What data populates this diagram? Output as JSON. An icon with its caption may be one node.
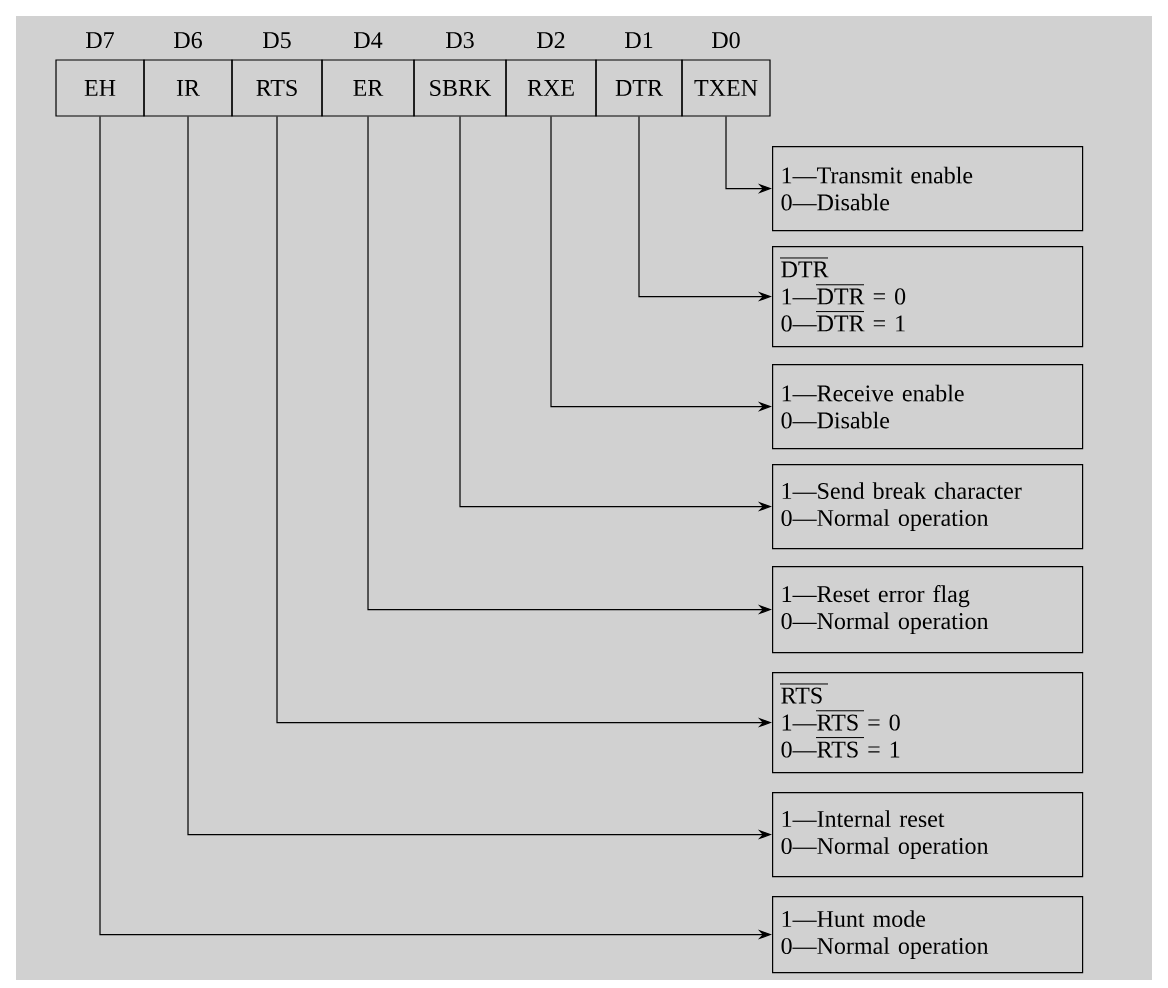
{
  "diagram": {
    "nodes": [
      {
        "text": [
          "EH"
        ],
        "beside": [
          "D7"
        ]
      },
      {
        "text": [
          "IR"
        ],
        "beside": [
          "D6"
        ]
      },
      {
        "text": [
          "RTS"
        ],
        "beside": [
          "D5"
        ]
      },
      {
        "text": [
          "ER"
        ],
        "beside": [
          "D4"
        ]
      },
      {
        "text": [
          "SBRK"
        ],
        "beside": [
          "D3"
        ]
      },
      {
        "text": [
          "RXE"
        ],
        "beside": [
          "D2"
        ]
      },
      {
        "text": [
          "DTR"
        ],
        "beside": [
          "D1"
        ]
      },
      {
        "text": [
          "TXEN"
        ],
        "beside": [
          "D0"
        ]
      },
      {
        "text": [
          "1—Transmit enable",
          "0—Disable"
        ]
      },
      {
        "text": [
          "DTR",
          "1—DTR = 0",
          "0—DTR = 1"
        ]
      },
      {
        "text": [
          "1—Receive enable",
          "0—Disable"
        ]
      },
      {
        "text": [
          "1—Send break character",
          "0—Normal operation"
        ]
      },
      {
        "text": [
          "1—Reset error flag",
          "0—Normal operation"
        ]
      },
      {
        "text": [
          "RTS",
          "1—RTS = 0",
          "0—RTS = 1"
        ]
      },
      {
        "text": [
          "1—Internal reset",
          "0—Normal operation"
        ]
      },
      {
        "text": [
          "1—Hunt mode",
          "0—Normal operation"
        ]
      }
    ],
    "edges": [
      {
        "from": 7,
        "to": 8,
        "arrow": "to"
      },
      {
        "from": 6,
        "to": 9,
        "arrow": "to"
      },
      {
        "from": 5,
        "to": 10,
        "arrow": "to"
      },
      {
        "from": 4,
        "to": 11,
        "arrow": "to"
      },
      {
        "from": 3,
        "to": 12,
        "arrow": "to"
      },
      {
        "from": 2,
        "to": 13,
        "arrow": "to"
      },
      {
        "from": 1,
        "to": 14,
        "arrow": "to"
      },
      {
        "from": 0,
        "to": 15,
        "arrow": "to"
      }
    ]
  }
}
